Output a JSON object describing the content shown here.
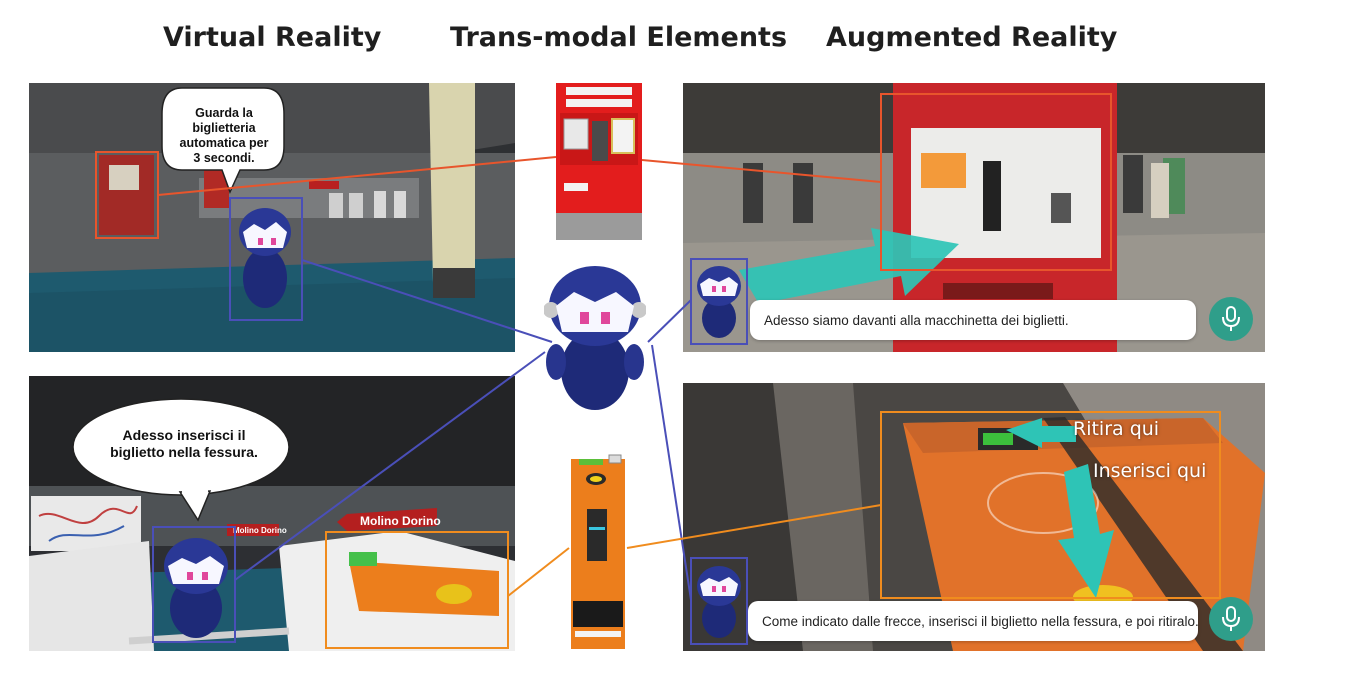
{
  "headings": {
    "virtual": "Virtual Reality",
    "transmodal": "Trans-modal Elements",
    "augmented": "Augmented Reality"
  },
  "vr_top": {
    "bubble_text": "Guarda la biglietteria automatica per 3 secondi."
  },
  "vr_bottom": {
    "bubble_text": "Adesso inserisci il biglietto nella fessura.",
    "sign_small": "Molino Dorino",
    "sign_large": "Molino Dorino"
  },
  "ar_top": {
    "caption": "Adesso siamo davanti alla macchinetta dei biglietti."
  },
  "ar_bottom": {
    "label_collect": "Ritira qui",
    "label_insert": "Inserisci qui",
    "caption": "Come indicato dalle frecce, inserisci il biglietto nella fessura, e poi ritiralo."
  },
  "colors": {
    "machine_highlight": "#e8552c",
    "robot_highlight": "#4a4fb8",
    "gate_highlight": "#f08c1e",
    "arrow": "#2ec4b6",
    "mic": "#2f9e8a"
  },
  "icons": [
    "microphone-icon",
    "robot-avatar",
    "ticket-machine",
    "validator-gate"
  ]
}
